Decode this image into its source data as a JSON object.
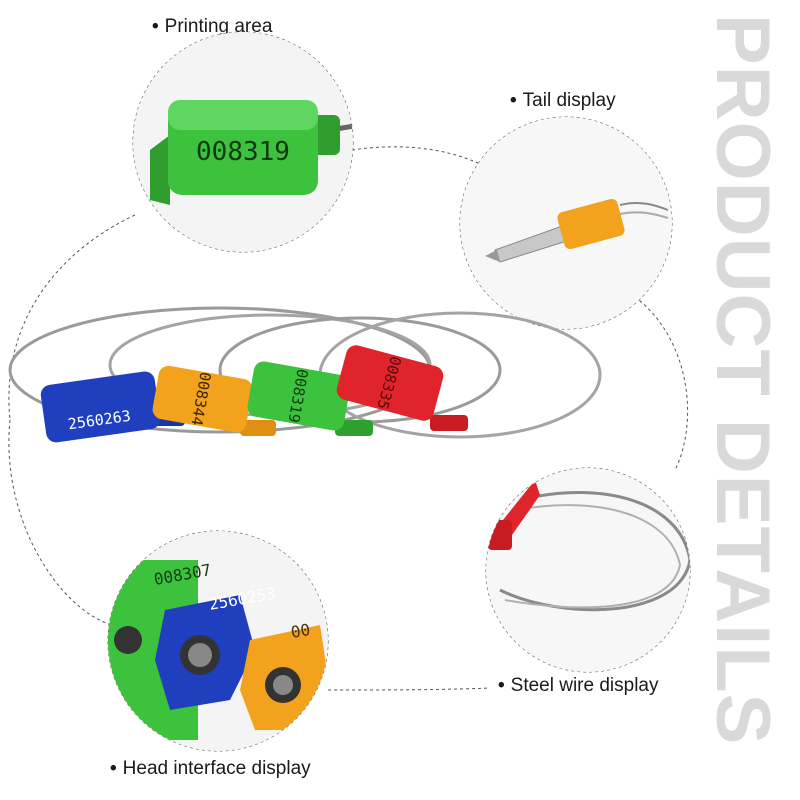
{
  "side_title": "PRODUCT DETAILS",
  "callouts": {
    "printing_area": "Printing area",
    "tail_display": "Tail display",
    "steel_wire_display": "Steel wire display",
    "head_interface_display": "Head interface display"
  },
  "seals": [
    {
      "number": "2560263",
      "color": "#1f3fbf"
    },
    {
      "number": "008344",
      "color": "#f2a21c"
    },
    {
      "number": "008319",
      "color": "#3cb83c"
    },
    {
      "number": "008335",
      "color": "#e0242b"
    }
  ],
  "closeups": {
    "printing_area_number": "008319",
    "head_numbers": [
      "008307",
      "2560253",
      "00"
    ]
  }
}
